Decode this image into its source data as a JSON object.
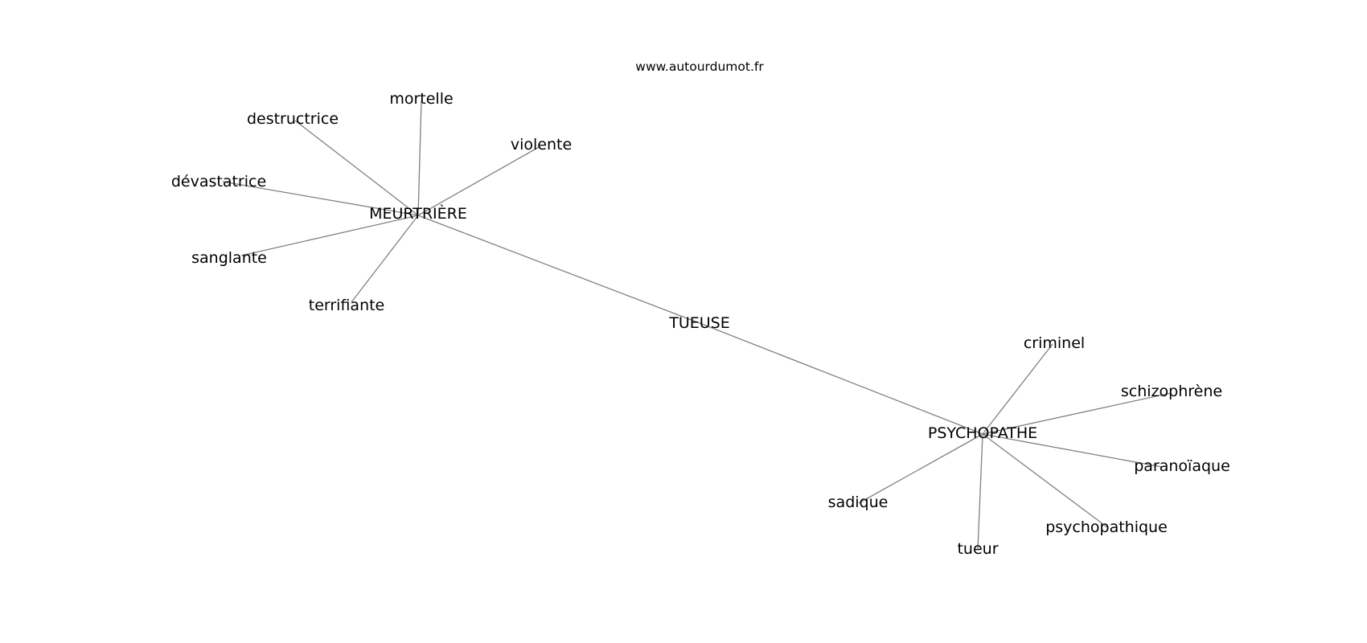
{
  "watermark": "www.autourdumot.fr",
  "graph": {
    "edge_color": "#808080",
    "nodes": [
      {
        "id": "tueuse",
        "label": "TUEUSE"
      },
      {
        "id": "meurtriere",
        "label": "MEURTRIÈRE"
      },
      {
        "id": "psychopathe",
        "label": "PSYCHOPATHE"
      },
      {
        "id": "mortelle",
        "label": "mortelle"
      },
      {
        "id": "destructrice",
        "label": "destructrice"
      },
      {
        "id": "violente",
        "label": "violente"
      },
      {
        "id": "devastatrice",
        "label": "dévastatrice"
      },
      {
        "id": "sanglante",
        "label": "sanglante"
      },
      {
        "id": "terrifiante",
        "label": "terrifiante"
      },
      {
        "id": "criminel",
        "label": "criminel"
      },
      {
        "id": "schizophrene",
        "label": "schizophrène"
      },
      {
        "id": "paranoiaque",
        "label": "paranoïaque"
      },
      {
        "id": "sadique",
        "label": "sadique"
      },
      {
        "id": "psychopathique",
        "label": "psychopathique"
      },
      {
        "id": "tueur",
        "label": "tueur"
      }
    ],
    "edges": [
      [
        "tueuse",
        "meurtriere"
      ],
      [
        "tueuse",
        "psychopathe"
      ],
      [
        "meurtriere",
        "mortelle"
      ],
      [
        "meurtriere",
        "destructrice"
      ],
      [
        "meurtriere",
        "violente"
      ],
      [
        "meurtriere",
        "devastatrice"
      ],
      [
        "meurtriere",
        "sanglante"
      ],
      [
        "meurtriere",
        "terrifiante"
      ],
      [
        "psychopathe",
        "criminel"
      ],
      [
        "psychopathe",
        "schizophrene"
      ],
      [
        "psychopathe",
        "paranoiaque"
      ],
      [
        "psychopathe",
        "sadique"
      ],
      [
        "psychopathe",
        "psychopathique"
      ],
      [
        "psychopathe",
        "tueur"
      ]
    ]
  }
}
